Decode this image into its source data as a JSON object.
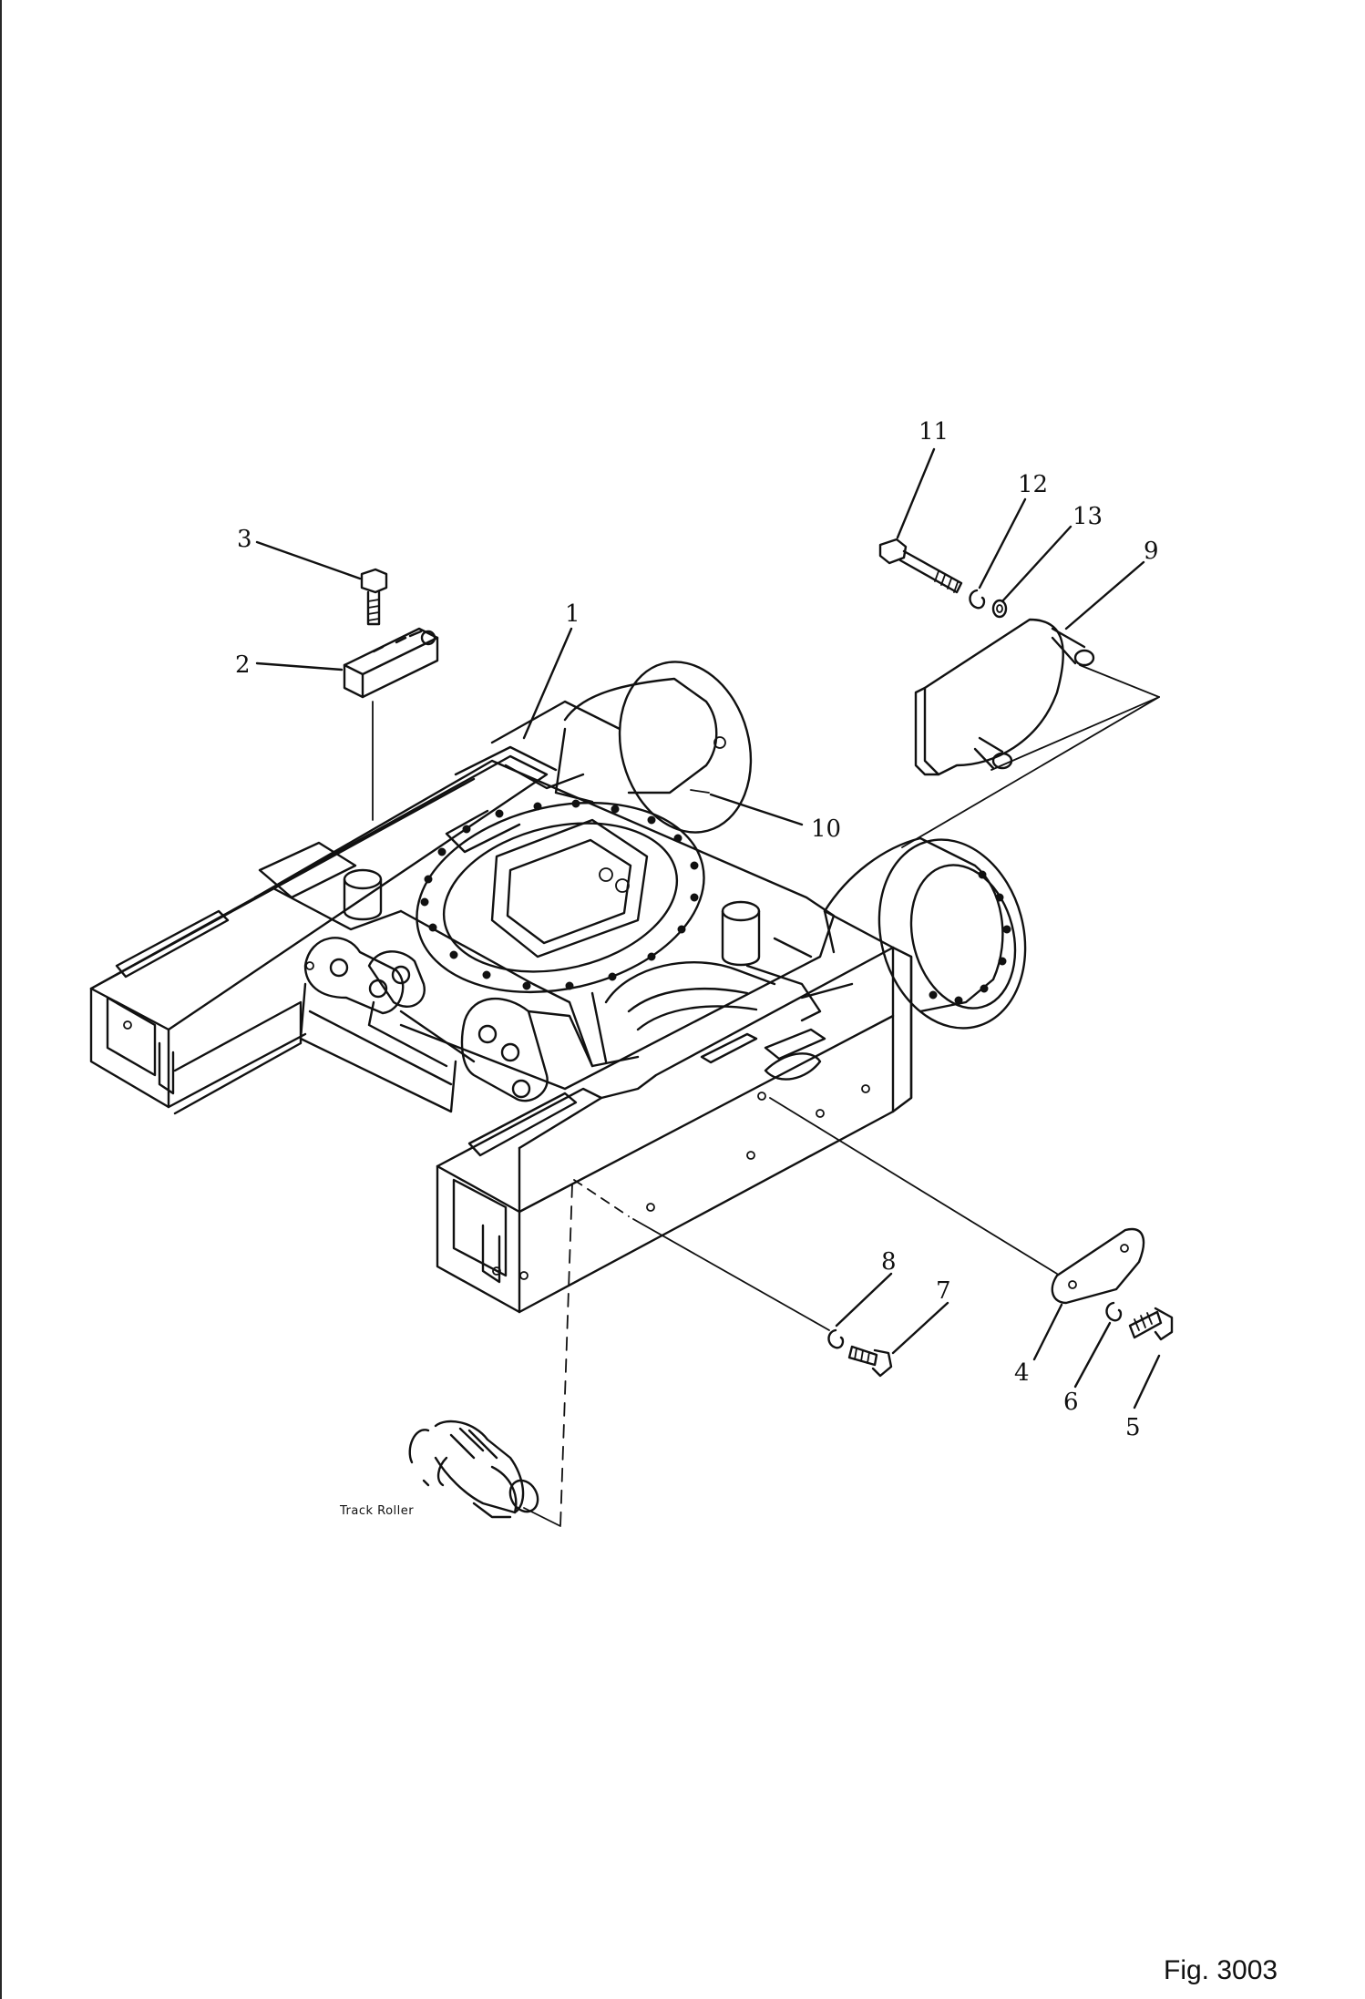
{
  "figure_label": "Fig. 3003",
  "annotation": {
    "track_roller": "Track Roller"
  },
  "callouts": [
    {
      "id": "c1",
      "number": "1"
    },
    {
      "id": "c2",
      "number": "2"
    },
    {
      "id": "c3",
      "number": "3"
    },
    {
      "id": "c4",
      "number": "4"
    },
    {
      "id": "c5",
      "number": "5"
    },
    {
      "id": "c6",
      "number": "6"
    },
    {
      "id": "c7",
      "number": "7"
    },
    {
      "id": "c8",
      "number": "8"
    },
    {
      "id": "c9",
      "number": "9"
    },
    {
      "id": "c10",
      "number": "10"
    },
    {
      "id": "c11",
      "number": "11"
    },
    {
      "id": "c12",
      "number": "12"
    },
    {
      "id": "c13",
      "number": "13"
    }
  ]
}
